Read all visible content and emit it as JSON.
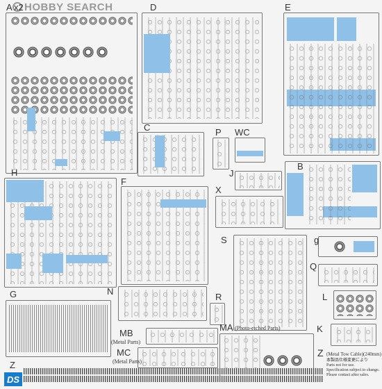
{
  "watermark": {
    "text": "HOBBY SEARCH",
    "icon": "magnifier-logo-icon"
  },
  "brand_logo": {
    "text": "DS",
    "color": "#1a7cc8"
  },
  "colors": {
    "highlight": "#8ec0e8",
    "frame": "#777777",
    "background": "#f4f4f4"
  },
  "sprues": {
    "a": "A",
    "a_qty": "x2",
    "b": "B",
    "c": "C",
    "d": "D",
    "e": "E",
    "f": "F",
    "g_upper": "G",
    "g_lower": "g",
    "h": "H",
    "j": "J",
    "k": "K",
    "l": "L",
    "n": "N",
    "p": "P",
    "q": "Q",
    "r": "R",
    "s": "S",
    "wc": "WC",
    "x": "X",
    "z": "Z",
    "z2": "Z"
  },
  "metal": {
    "mb": "MB",
    "mb_note": "(Metal Parts)",
    "mc": "MC",
    "mc_note": "(Metal Parts)",
    "ma": "MA",
    "ma_note": "(Photo-etched Parts)",
    "tow_cable": "(Metal Tow Cable)(240mm)"
  },
  "notice": {
    "line1": "本製品仕様変更により",
    "line2": "Parts not for use.",
    "line3": "Specification subject to change.",
    "line4": "Please contact after sales."
  }
}
